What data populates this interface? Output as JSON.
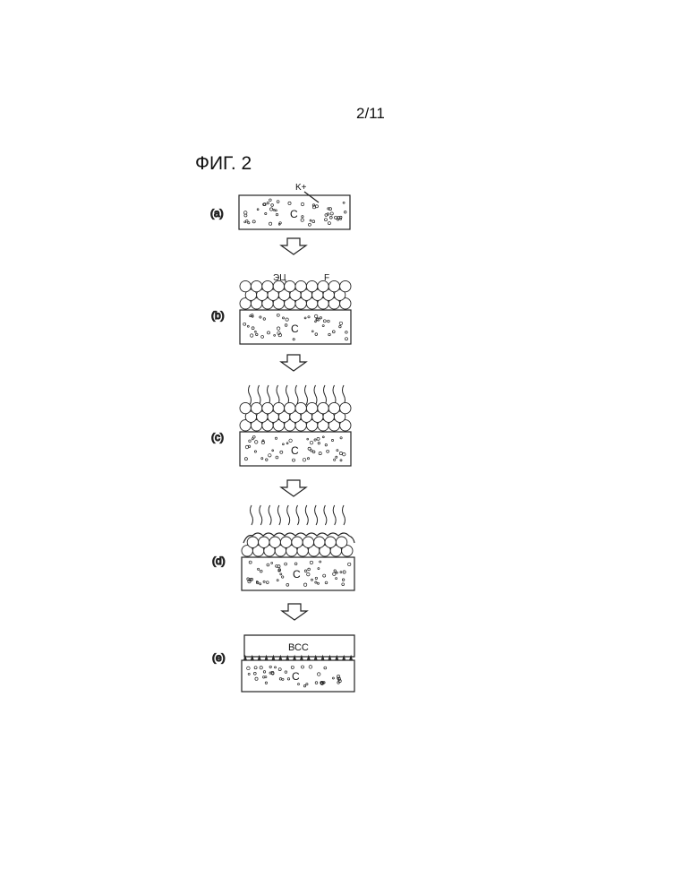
{
  "page": {
    "number": "2/11"
  },
  "figure": {
    "title": "ФИГ. 2",
    "steps": [
      {
        "label": "(a)",
        "substrate_label": "C",
        "annotations": [
          "K+"
        ]
      },
      {
        "label": "(b)",
        "substrate_label": "C",
        "annotations": [
          "ЭЦ",
          "F"
        ]
      },
      {
        "label": "(c)",
        "substrate_label": "C",
        "annotations": []
      },
      {
        "label": "(d)",
        "substrate_label": "C",
        "annotations": []
      },
      {
        "label": "(e)",
        "substrate_label": "C",
        "annotations": [],
        "layer_label": "ВСС"
      }
    ]
  }
}
